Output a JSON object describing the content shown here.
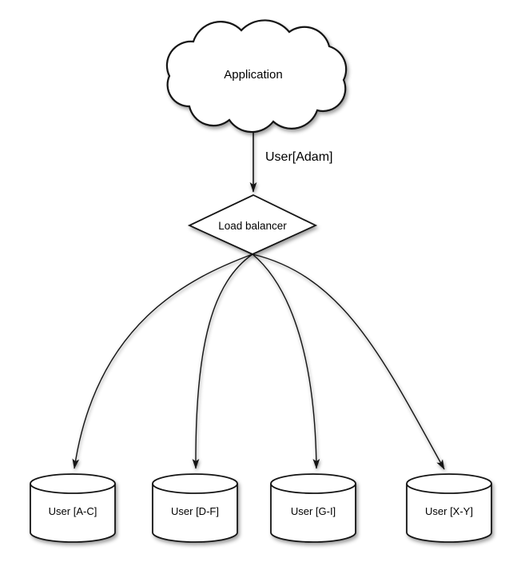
{
  "diagram": {
    "title": "application-database-sharding-diagram",
    "colors": {
      "background": "#ffffff",
      "stroke": "#141414",
      "shape_fill": "#ffffff",
      "text": "#000000"
    },
    "application": {
      "label": "Application"
    },
    "request": {
      "label": "User[Adam]"
    },
    "load_balancer": {
      "label": "Load balancer"
    },
    "shards": [
      {
        "label": "User [A-C]"
      },
      {
        "label": "User [D-F]"
      },
      {
        "label": "User [G-I]"
      },
      {
        "label": "User [X-Y]"
      }
    ]
  }
}
